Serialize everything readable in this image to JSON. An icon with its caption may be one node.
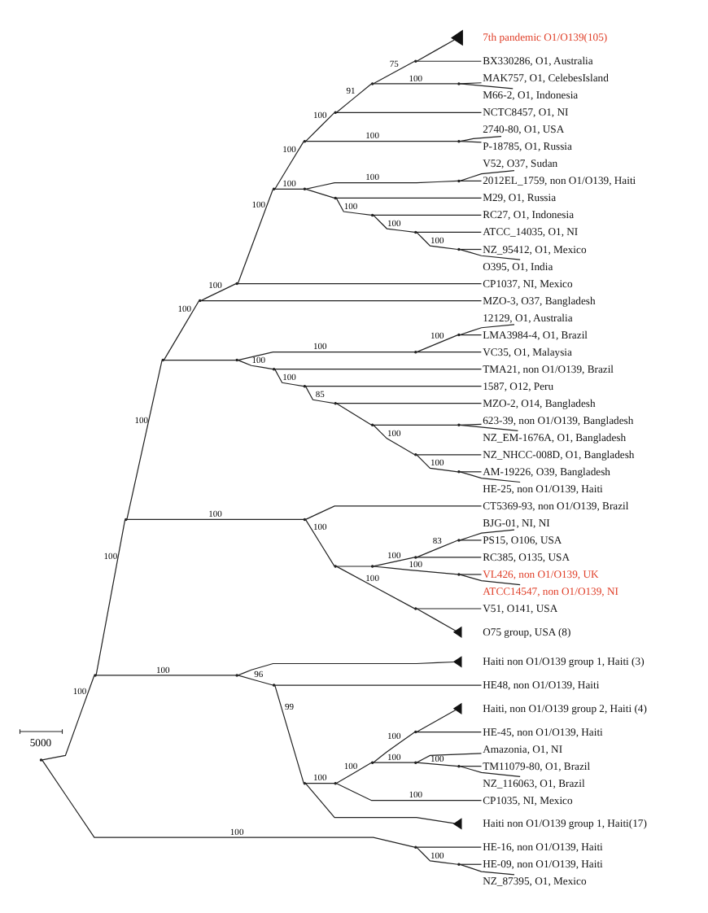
{
  "diagram": {
    "nodes": [
      {
        "text": [],
        "shape": "point"
      },
      {
        "text": [],
        "shape": "point"
      },
      {
        "text": [],
        "shape": "point"
      },
      {
        "text": [],
        "shape": "point"
      },
      {
        "text": [],
        "shape": "point"
      },
      {
        "text": [],
        "shape": "point"
      },
      {
        "text": [],
        "shape": "point"
      },
      {
        "text": [],
        "shape": "point"
      },
      {
        "text": [],
        "shape": "point"
      },
      {
        "text": [],
        "shape": "point"
      },
      {
        "text": [],
        "shape": "point"
      },
      {
        "text": [],
        "shape": "triangle",
        "beside": [
          "7th pandemic O1/O139(105)"
        ]
      },
      {
        "text": [
          "BX330286, O1, Australia"
        ]
      },
      {
        "text": [],
        "shape": "point"
      },
      {
        "text": [
          "MAK757, O1, CelebesIsland"
        ]
      },
      {
        "text": [
          "M66-2, O1, Indonesia"
        ]
      },
      {
        "text": [
          "NCTC8457, O1, NI"
        ]
      },
      {
        "text": [],
        "shape": "point"
      },
      {
        "text": [
          "2740-80, O1, USA"
        ]
      },
      {
        "text": [
          "P-18785, O1, Russia"
        ]
      },
      {
        "text": [],
        "shape": "point"
      },
      {
        "text": [],
        "shape": "point"
      },
      {
        "text": [
          "V52, O37, Sudan"
        ]
      },
      {
        "text": [
          "2012EL_1759, non O1/O139, Haiti"
        ]
      },
      {
        "text": [],
        "shape": "point"
      },
      {
        "text": [
          "M29, O1, Russia"
        ]
      },
      {
        "text": [],
        "shape": "point"
      },
      {
        "text": [
          "RC27, O1, Indonesia"
        ]
      },
      {
        "text": [],
        "shape": "point"
      },
      {
        "text": [
          "ATCC_14035, O1, NI"
        ]
      },
      {
        "text": [],
        "shape": "point"
      },
      {
        "text": [
          "NZ_95412, O1, Mexico"
        ]
      },
      {
        "text": [
          "O395, O1, India"
        ]
      },
      {
        "text": [
          "CP1037, NI, Mexico"
        ]
      },
      {
        "text": [
          "MZO-3, O37, Bangladesh"
        ]
      },
      {
        "text": [],
        "shape": "point"
      },
      {
        "text": [],
        "shape": "point"
      },
      {
        "text": [],
        "shape": "point"
      },
      {
        "text": [
          "12129, O1, Australia"
        ]
      },
      {
        "text": [
          "LMA3984-4, O1, Brazil"
        ]
      },
      {
        "text": [
          "VC35, O1, Malaysia"
        ]
      },
      {
        "text": [],
        "shape": "point"
      },
      {
        "text": [
          "TMA21, non O1/O139, Brazil"
        ]
      },
      {
        "text": [],
        "shape": "point"
      },
      {
        "text": [
          "1587, O12, Peru"
        ]
      },
      {
        "text": [],
        "shape": "point"
      },
      {
        "text": [
          "MZO-2, O14, Bangladesh"
        ]
      },
      {
        "text": [],
        "shape": "point"
      },
      {
        "text": [],
        "shape": "point"
      },
      {
        "text": [
          "623-39, non O1/O139, Bangladesh"
        ]
      },
      {
        "text": [
          "NZ_EM-1676A, O1, Bangladesh"
        ]
      },
      {
        "text": [],
        "shape": "point"
      },
      {
        "text": [
          "NZ_NHCC-008D, O1, Bangladesh"
        ]
      },
      {
        "text": [],
        "shape": "point"
      },
      {
        "text": [
          "AM-19226, O39, Bangladesh"
        ]
      },
      {
        "text": [
          "HE-25, non O1/O139, Haiti"
        ]
      },
      {
        "text": [],
        "shape": "point"
      },
      {
        "text": [
          "CT5369-93, non O1/O139, Brazil"
        ]
      },
      {
        "text": [],
        "shape": "point"
      },
      {
        "text": [],
        "shape": "point"
      },
      {
        "text": [],
        "shape": "point"
      },
      {
        "text": [],
        "shape": "point"
      },
      {
        "text": [
          "BJG-01, NI, NI"
        ]
      },
      {
        "text": [
          "PS15, O106, USA"
        ]
      },
      {
        "text": [
          "RC385, O135, USA"
        ]
      },
      {
        "text": [],
        "shape": "point"
      },
      {
        "text": [
          "VL426, non O1/O139, UK"
        ]
      },
      {
        "text": [
          "ATCC14547, non O1/O139, NI"
        ]
      },
      {
        "text": [],
        "shape": "point"
      },
      {
        "text": [
          "V51, O141, USA"
        ]
      },
      {
        "text": [],
        "shape": "triangle",
        "beside": [
          "O75 group, USA (8)"
        ]
      },
      {
        "text": [],
        "shape": "point"
      },
      {
        "text": [],
        "shape": "triangle",
        "beside": [
          "Haiti non O1/O139 group 1, Haiti (3)"
        ]
      },
      {
        "text": [],
        "shape": "point"
      },
      {
        "text": [
          "HE48, non O1/O139, Haiti"
        ]
      },
      {
        "text": [],
        "shape": "point"
      },
      {
        "text": [],
        "shape": "point"
      },
      {
        "text": [],
        "shape": "point"
      },
      {
        "text": [],
        "shape": "point"
      },
      {
        "text": [],
        "shape": "triangle",
        "beside": [
          "Haiti, non O1/O139 group 2, Haiti (4)"
        ]
      },
      {
        "text": [
          "HE-45, non O1/O139, Haiti"
        ]
      },
      {
        "text": [],
        "shape": "point"
      },
      {
        "text": [
          "Amazonia, O1, NI"
        ]
      },
      {
        "text": [],
        "shape": "point"
      },
      {
        "text": [
          "TM11079-80, O1, Brazil"
        ]
      },
      {
        "text": [
          "NZ_116063, O1, Brazil"
        ]
      },
      {
        "text": [
          "CP1035, NI, Mexico"
        ]
      },
      {
        "text": [],
        "shape": "triangle",
        "beside": [
          "Haiti non O1/O139 group 1, Haiti(17)"
        ]
      },
      {
        "text": [],
        "shape": "point"
      },
      {
        "text": [
          "HE-16, non O1/O139, Haiti"
        ]
      },
      {
        "text": [],
        "shape": "point"
      },
      {
        "text": [
          "HE-09, non O1/O139, Haiti"
        ]
      },
      {
        "text": [
          "NZ_87395, O1, Mexico"
        ]
      }
    ],
    "edges": [
      {
        "from": 0,
        "to": 1,
        "arrow": "none",
        "label": "100"
      },
      {
        "from": 1,
        "to": 2,
        "arrow": "none",
        "label": "100"
      },
      {
        "from": 2,
        "to": 3,
        "arrow": "none",
        "label": "100"
      },
      {
        "from": 3,
        "to": 4,
        "arrow": "none",
        "label": "100"
      },
      {
        "from": 4,
        "to": 5,
        "arrow": "none",
        "label": "100"
      },
      {
        "from": 5,
        "to": 6,
        "arrow": "none",
        "label": "100"
      },
      {
        "from": 6,
        "to": 7,
        "arrow": "none",
        "label": "100"
      },
      {
        "from": 7,
        "to": 8,
        "arrow": "none",
        "label": "100"
      },
      {
        "from": 8,
        "to": 9,
        "arrow": "none",
        "label": "91"
      },
      {
        "from": 9,
        "to": 10,
        "arrow": "none",
        "label": "75"
      },
      {
        "from": 10,
        "to": 11,
        "arrow": "none"
      },
      {
        "from": 10,
        "to": 12,
        "arrow": "none"
      },
      {
        "from": 9,
        "to": 13,
        "arrow": "none",
        "label": "100"
      },
      {
        "from": 13,
        "to": 14,
        "arrow": "none"
      },
      {
        "from": 13,
        "to": 15,
        "arrow": "none"
      },
      {
        "from": 8,
        "to": 16,
        "arrow": "none"
      },
      {
        "from": 7,
        "to": 17,
        "arrow": "none",
        "label": "100"
      },
      {
        "from": 17,
        "to": 18,
        "arrow": "none"
      },
      {
        "from": 17,
        "to": 19,
        "arrow": "none"
      },
      {
        "from": 6,
        "to": 20,
        "arrow": "none",
        "label": "100"
      },
      {
        "from": 20,
        "to": 21,
        "arrow": "none",
        "label": "100"
      },
      {
        "from": 21,
        "to": 22,
        "arrow": "none"
      },
      {
        "from": 21,
        "to": 23,
        "arrow": "none"
      },
      {
        "from": 20,
        "to": 24,
        "arrow": "none"
      },
      {
        "from": 24,
        "to": 25,
        "arrow": "none"
      },
      {
        "from": 24,
        "to": 26,
        "arrow": "none",
        "label": "100"
      },
      {
        "from": 26,
        "to": 27,
        "arrow": "none"
      },
      {
        "from": 26,
        "to": 28,
        "arrow": "none",
        "label": "100"
      },
      {
        "from": 28,
        "to": 29,
        "arrow": "none"
      },
      {
        "from": 28,
        "to": 30,
        "arrow": "none",
        "label": "100"
      },
      {
        "from": 30,
        "to": 31,
        "arrow": "none"
      },
      {
        "from": 30,
        "to": 32,
        "arrow": "none"
      },
      {
        "from": 5,
        "to": 33,
        "arrow": "none"
      },
      {
        "from": 4,
        "to": 34,
        "arrow": "none"
      },
      {
        "from": 3,
        "to": 35,
        "arrow": "none"
      },
      {
        "from": 35,
        "to": 36,
        "arrow": "none",
        "label": "100"
      },
      {
        "from": 36,
        "to": 37,
        "arrow": "none",
        "label": "100"
      },
      {
        "from": 37,
        "to": 38,
        "arrow": "none"
      },
      {
        "from": 37,
        "to": 39,
        "arrow": "none"
      },
      {
        "from": 36,
        "to": 40,
        "arrow": "none"
      },
      {
        "from": 35,
        "to": 41,
        "arrow": "none",
        "label": "100"
      },
      {
        "from": 41,
        "to": 42,
        "arrow": "none"
      },
      {
        "from": 41,
        "to": 43,
        "arrow": "none",
        "label": "100"
      },
      {
        "from": 43,
        "to": 44,
        "arrow": "none"
      },
      {
        "from": 43,
        "to": 45,
        "arrow": "none",
        "label": "85"
      },
      {
        "from": 45,
        "to": 46,
        "arrow": "none"
      },
      {
        "from": 45,
        "to": 47,
        "arrow": "none"
      },
      {
        "from": 47,
        "to": 48,
        "arrow": "none"
      },
      {
        "from": 48,
        "to": 49,
        "arrow": "none"
      },
      {
        "from": 48,
        "to": 50,
        "arrow": "none"
      },
      {
        "from": 47,
        "to": 51,
        "arrow": "none",
        "label": "100"
      },
      {
        "from": 51,
        "to": 52,
        "arrow": "none"
      },
      {
        "from": 51,
        "to": 53,
        "arrow": "none",
        "label": "100"
      },
      {
        "from": 53,
        "to": 54,
        "arrow": "none"
      },
      {
        "from": 53,
        "to": 55,
        "arrow": "none"
      },
      {
        "from": 2,
        "to": 56,
        "arrow": "none",
        "label": "100"
      },
      {
        "from": 56,
        "to": 57,
        "arrow": "none"
      },
      {
        "from": 56,
        "to": 58,
        "arrow": "none",
        "label": "100"
      },
      {
        "from": 58,
        "to": 59,
        "arrow": "none"
      },
      {
        "from": 59,
        "to": 60,
        "arrow": "none",
        "label": "100"
      },
      {
        "from": 60,
        "to": 61,
        "arrow": "none",
        "label": "83"
      },
      {
        "from": 61,
        "to": 62,
        "arrow": "none"
      },
      {
        "from": 61,
        "to": 63,
        "arrow": "none"
      },
      {
        "from": 60,
        "to": 64,
        "arrow": "none"
      },
      {
        "from": 59,
        "to": 65,
        "arrow": "none",
        "label": "100"
      },
      {
        "from": 65,
        "to": 66,
        "arrow": "none"
      },
      {
        "from": 65,
        "to": 67,
        "arrow": "none"
      },
      {
        "from": 58,
        "to": 68,
        "arrow": "none",
        "label": "100"
      },
      {
        "from": 68,
        "to": 69,
        "arrow": "none"
      },
      {
        "from": 68,
        "to": 70,
        "arrow": "none"
      },
      {
        "from": 1,
        "to": 71,
        "arrow": "none",
        "label": "100"
      },
      {
        "from": 71,
        "to": 72,
        "arrow": "none"
      },
      {
        "from": 71,
        "to": 73,
        "arrow": "none",
        "label": "96"
      },
      {
        "from": 73,
        "to": 74,
        "arrow": "none"
      },
      {
        "from": 73,
        "to": 75,
        "arrow": "none",
        "label": "99"
      },
      {
        "from": 75,
        "to": 76,
        "arrow": "none",
        "label": "100"
      },
      {
        "from": 76,
        "to": 77,
        "arrow": "none",
        "label": "100"
      },
      {
        "from": 77,
        "to": 78,
        "arrow": "none",
        "label": "100"
      },
      {
        "from": 78,
        "to": 79,
        "arrow": "none"
      },
      {
        "from": 78,
        "to": 80,
        "arrow": "none"
      },
      {
        "from": 77,
        "to": 81,
        "arrow": "none",
        "label": "100"
      },
      {
        "from": 81,
        "to": 82,
        "arrow": "none"
      },
      {
        "from": 81,
        "to": 83,
        "arrow": "none",
        "label": "100"
      },
      {
        "from": 83,
        "to": 84,
        "arrow": "none"
      },
      {
        "from": 83,
        "to": 85,
        "arrow": "none"
      },
      {
        "from": 76,
        "to": 86,
        "arrow": "none",
        "label": "100"
      },
      {
        "from": 75,
        "to": 87,
        "arrow": "none"
      },
      {
        "from": 0,
        "to": 88,
        "arrow": "none",
        "label": "100"
      },
      {
        "from": 88,
        "to": 89,
        "arrow": "none"
      },
      {
        "from": 88,
        "to": 90,
        "arrow": "none",
        "label": "100"
      },
      {
        "from": 90,
        "to": 91,
        "arrow": "none"
      },
      {
        "from": 90,
        "to": 92,
        "arrow": "none"
      }
    ],
    "labels": [
      "5000"
    ]
  }
}
